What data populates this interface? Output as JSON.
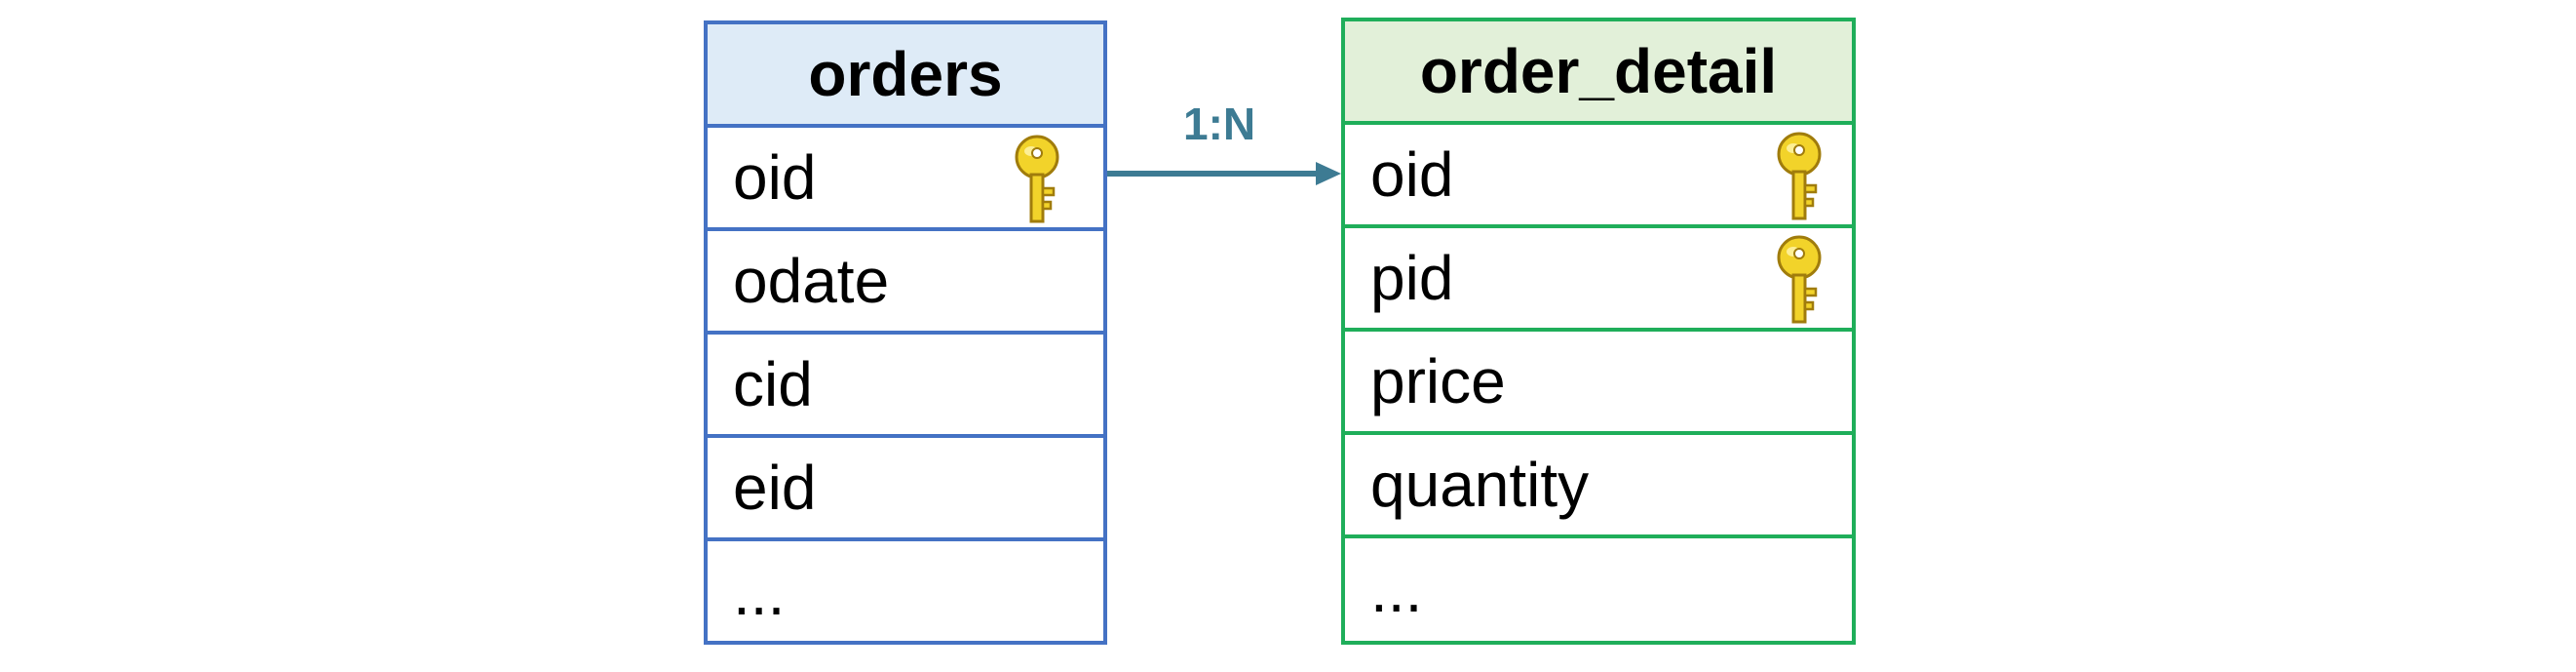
{
  "colors": {
    "orders_border": "#4472c4",
    "orders_header_bg": "#deebf7",
    "detail_border": "#1fae5a",
    "detail_header_bg": "#e2f0d9",
    "arrow": "#3d7b93",
    "key_fill": "#f2d32a"
  },
  "relation": {
    "label": "1:N",
    "icon": "arrow-right-icon"
  },
  "tables": {
    "orders": {
      "title": "orders",
      "fields": [
        {
          "name": "oid",
          "key": true
        },
        {
          "name": "odate",
          "key": false
        },
        {
          "name": "cid",
          "key": false
        },
        {
          "name": "eid",
          "key": false
        },
        {
          "name": "...",
          "key": false
        }
      ]
    },
    "order_detail": {
      "title": "order_detail",
      "fields": [
        {
          "name": "oid",
          "key": true
        },
        {
          "name": "pid",
          "key": true
        },
        {
          "name": "price",
          "key": false
        },
        {
          "name": "quantity",
          "key": false
        },
        {
          "name": "...",
          "key": false
        }
      ]
    }
  },
  "icons": {
    "key": "key-icon"
  }
}
